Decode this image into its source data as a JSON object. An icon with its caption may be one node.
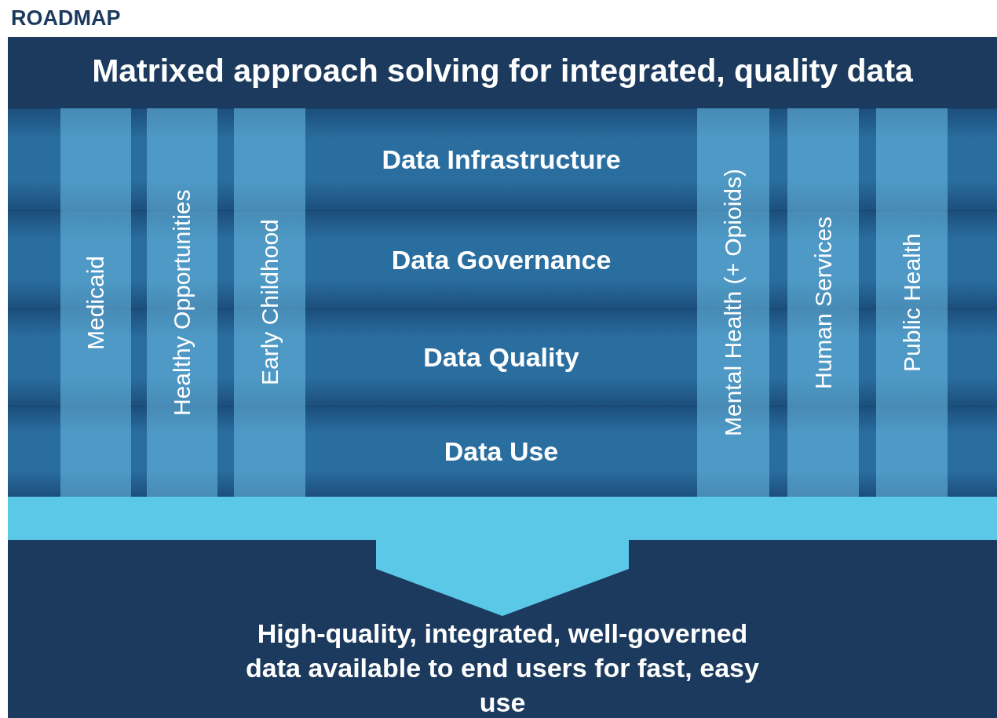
{
  "diagram": {
    "title": "ROADMAP",
    "nodes": [
      {
        "text": [
          "Matrixed approach solving for integrated, quality data"
        ]
      },
      {
        "text": [
          "Data Infrastructure"
        ]
      },
      {
        "text": [
          "Data Governance"
        ]
      },
      {
        "text": [
          "Data Quality"
        ]
      },
      {
        "text": [
          "Data Use"
        ]
      },
      {
        "text": [
          "Medicaid"
        ]
      },
      {
        "text": [
          "Healthy Opportunities"
        ]
      },
      {
        "text": [
          "Early Childhood"
        ]
      },
      {
        "text": [
          "Mental Health (+ Opioids)"
        ]
      },
      {
        "text": [
          "Human Services"
        ]
      },
      {
        "text": [
          "Public Health"
        ]
      },
      {
        "text": [],
        "shape": "bar"
      },
      {
        "text": [
          "High-quality, integrated, well-governed data available to end users for fast, easy use"
        ]
      }
    ],
    "edges": [
      {
        "from": 11,
        "to": 12,
        "arrow": "to"
      }
    ]
  }
}
